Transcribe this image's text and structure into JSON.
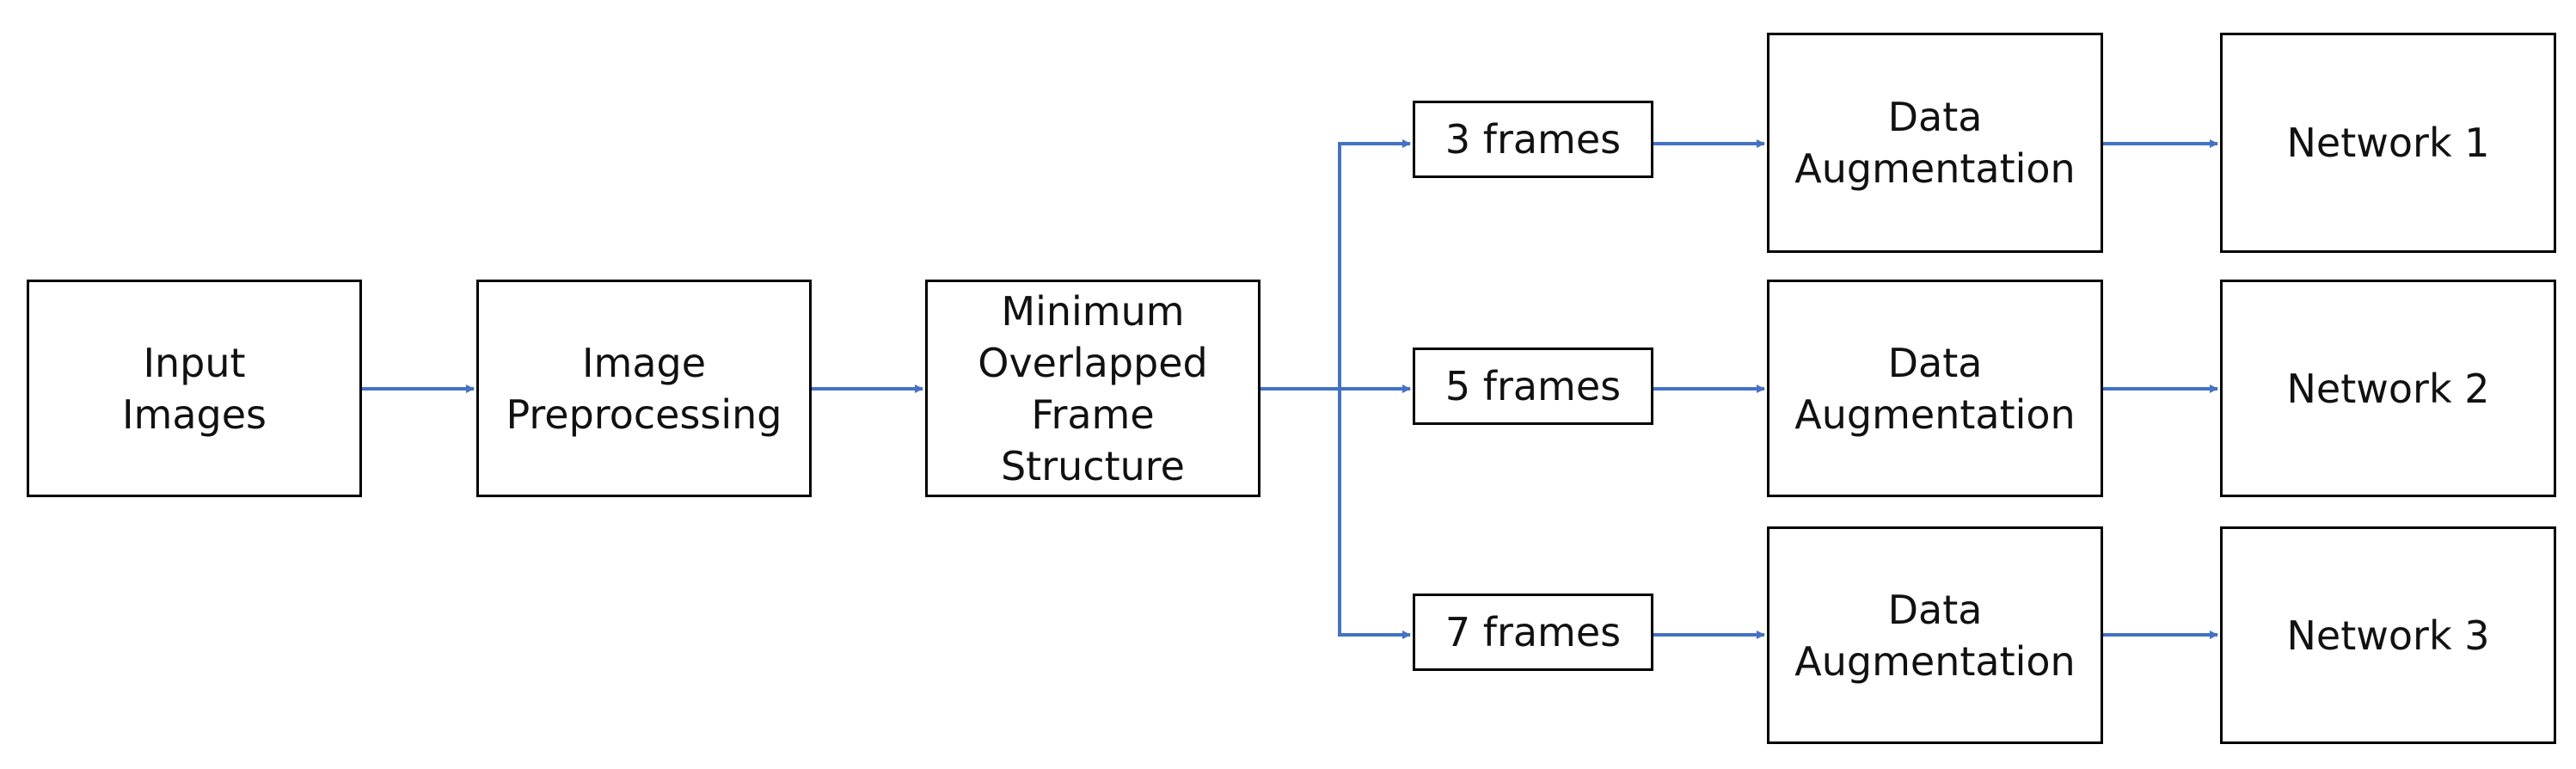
{
  "colors": {
    "arrow": "#4472C4",
    "box_border": "#000000",
    "text": "#111111",
    "background": "#ffffff"
  },
  "nodes": {
    "input_images": "Input\nImages",
    "image_preprocessing": "Image\nPreprocessing",
    "mofs": "Minimum\nOverlapped\nFrame\nStructure",
    "frames_3": "3 frames",
    "frames_5": "5 frames",
    "frames_7": "7 frames",
    "augmentation_1": "Data\nAugmentation",
    "augmentation_2": "Data\nAugmentation",
    "augmentation_3": "Data\nAugmentation",
    "network_1": "Network 1",
    "network_2": "Network 2",
    "network_3": "Network 3"
  },
  "edges": [
    [
      "input_images",
      "image_preprocessing"
    ],
    [
      "image_preprocessing",
      "mofs"
    ],
    [
      "mofs",
      "frames_3"
    ],
    [
      "mofs",
      "frames_5"
    ],
    [
      "mofs",
      "frames_7"
    ],
    [
      "frames_3",
      "augmentation_1"
    ],
    [
      "frames_5",
      "augmentation_2"
    ],
    [
      "frames_7",
      "augmentation_3"
    ],
    [
      "augmentation_1",
      "network_1"
    ],
    [
      "augmentation_2",
      "network_2"
    ],
    [
      "augmentation_3",
      "network_3"
    ]
  ]
}
